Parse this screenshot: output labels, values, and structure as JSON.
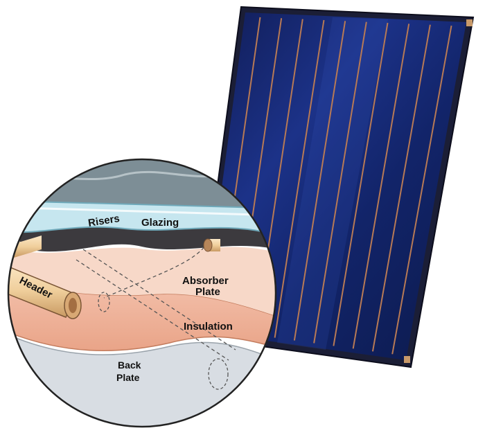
{
  "labels": {
    "risers": "Risers",
    "glazing": "Glazing",
    "header": "Header",
    "absorber_line1": "Absorber",
    "absorber_line2": "Plate",
    "insulation": "Insulation",
    "back_line1": "Back",
    "back_line2": "Plate"
  },
  "colors": {
    "panel_frame": "#1a1d3a",
    "panel_glass": "#16266b",
    "panel_highlight": "#2a46a8",
    "riser_copper": "#b87a55",
    "glazing": "#bfe3ec",
    "absorber": "#f6d2c1",
    "insulation": "#f0b49c",
    "back_plate": "#d9dde3",
    "pipe": "#f2d6a8"
  },
  "icons": {
    "panel": "solar-collector-panel",
    "cutaway": "cutaway-magnifier"
  },
  "panel": {
    "riser_count": 10
  }
}
